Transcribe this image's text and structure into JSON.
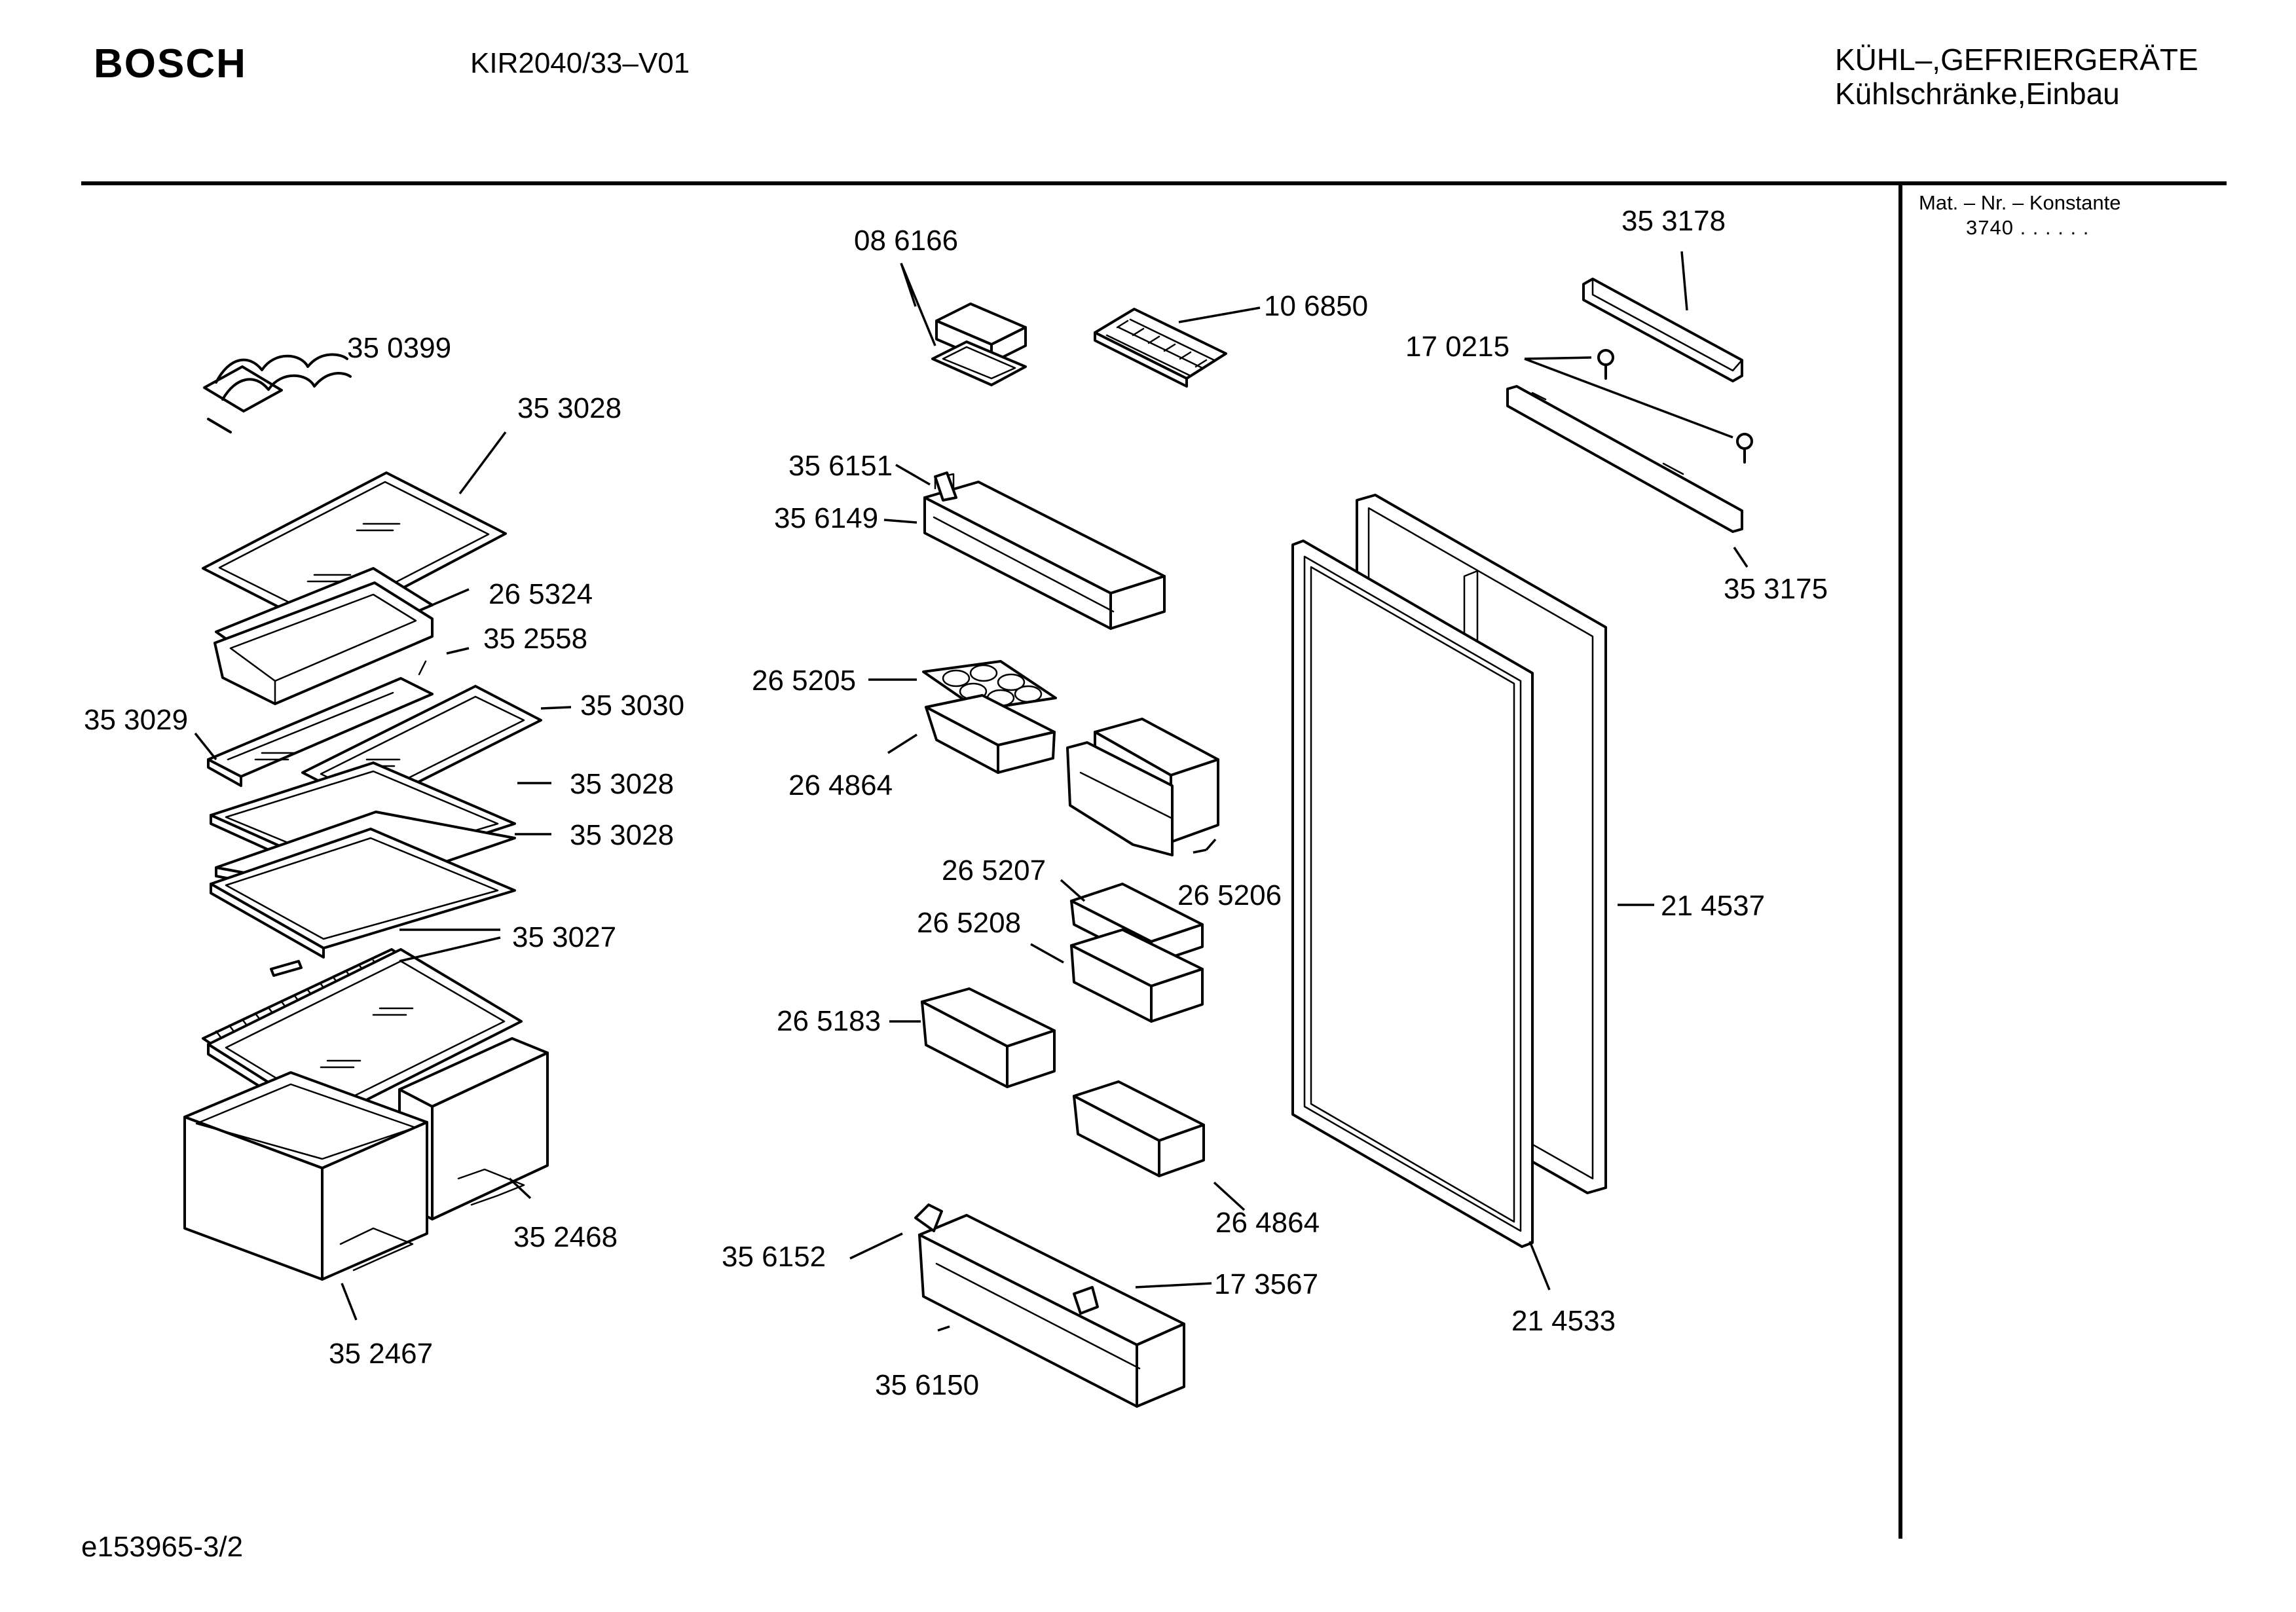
{
  "header": {
    "brand": "BOSCH",
    "model": "KIR2040/33–V01",
    "category": "KÜHL–,GEFRIERGERÄTE",
    "subcategory": "Kühlschränke,Einbau"
  },
  "sidebar": {
    "mat_label": "Mat. – Nr. – Konstante",
    "mat_value": "3740 . .   . . . ."
  },
  "footer": {
    "drawing_id": "e153965-3/2"
  },
  "parts": [
    {
      "id": "p-350399",
      "label": "35 0399"
    },
    {
      "id": "p-353028a",
      "label": "35 3028"
    },
    {
      "id": "p-265324",
      "label": "26 5324"
    },
    {
      "id": "p-352558",
      "label": "35 2558"
    },
    {
      "id": "p-353030",
      "label": "35 3030"
    },
    {
      "id": "p-353029",
      "label": "35 3029"
    },
    {
      "id": "p-353028b",
      "label": "35 3028"
    },
    {
      "id": "p-353028c",
      "label": "35 3028"
    },
    {
      "id": "p-353027",
      "label": "35 3027"
    },
    {
      "id": "p-352468",
      "label": "35 2468"
    },
    {
      "id": "p-352467",
      "label": "35 2467"
    },
    {
      "id": "p-086166",
      "label": "08 6166"
    },
    {
      "id": "p-106850",
      "label": "10 6850"
    },
    {
      "id": "p-356151",
      "label": "35 6151"
    },
    {
      "id": "p-356149",
      "label": "35 6149"
    },
    {
      "id": "p-265205",
      "label": "26 5205"
    },
    {
      "id": "p-264864a",
      "label": "26 4864"
    },
    {
      "id": "p-265207",
      "label": "26 5207"
    },
    {
      "id": "p-265206",
      "label": "26 5206"
    },
    {
      "id": "p-265208",
      "label": "26 5208"
    },
    {
      "id": "p-265183",
      "label": "26 5183"
    },
    {
      "id": "p-264864b",
      "label": "26 4864"
    },
    {
      "id": "p-356152",
      "label": "35 6152"
    },
    {
      "id": "p-173567",
      "label": "17 3567"
    },
    {
      "id": "p-356150",
      "label": "35 6150"
    },
    {
      "id": "p-353178",
      "label": "35 3178"
    },
    {
      "id": "p-170215",
      "label": "17 0215"
    },
    {
      "id": "p-353175",
      "label": "35 3175"
    },
    {
      "id": "p-214537",
      "label": "21 4537"
    },
    {
      "id": "p-214533",
      "label": "21 4533"
    }
  ]
}
